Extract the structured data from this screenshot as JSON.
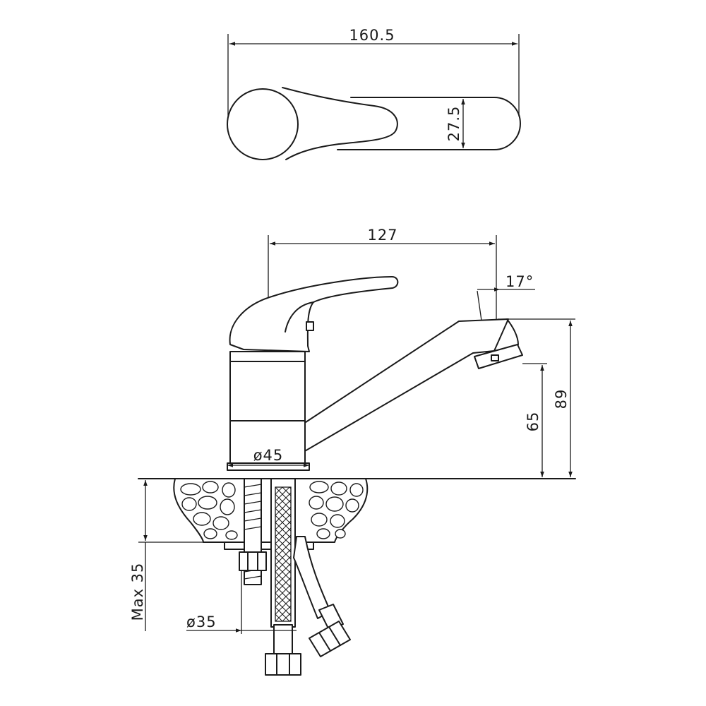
{
  "dimensions": {
    "top_width": "160.5",
    "handle_height": "27.5",
    "reach": "127",
    "spout_angle": "17°",
    "total_height": "89",
    "spout_height": "65",
    "base_diameter": "ø45",
    "max_thickness": "Max 35",
    "hole_diameter": "ø35"
  },
  "colors": {
    "line": "#1a1a1a",
    "background": "#ffffff"
  }
}
